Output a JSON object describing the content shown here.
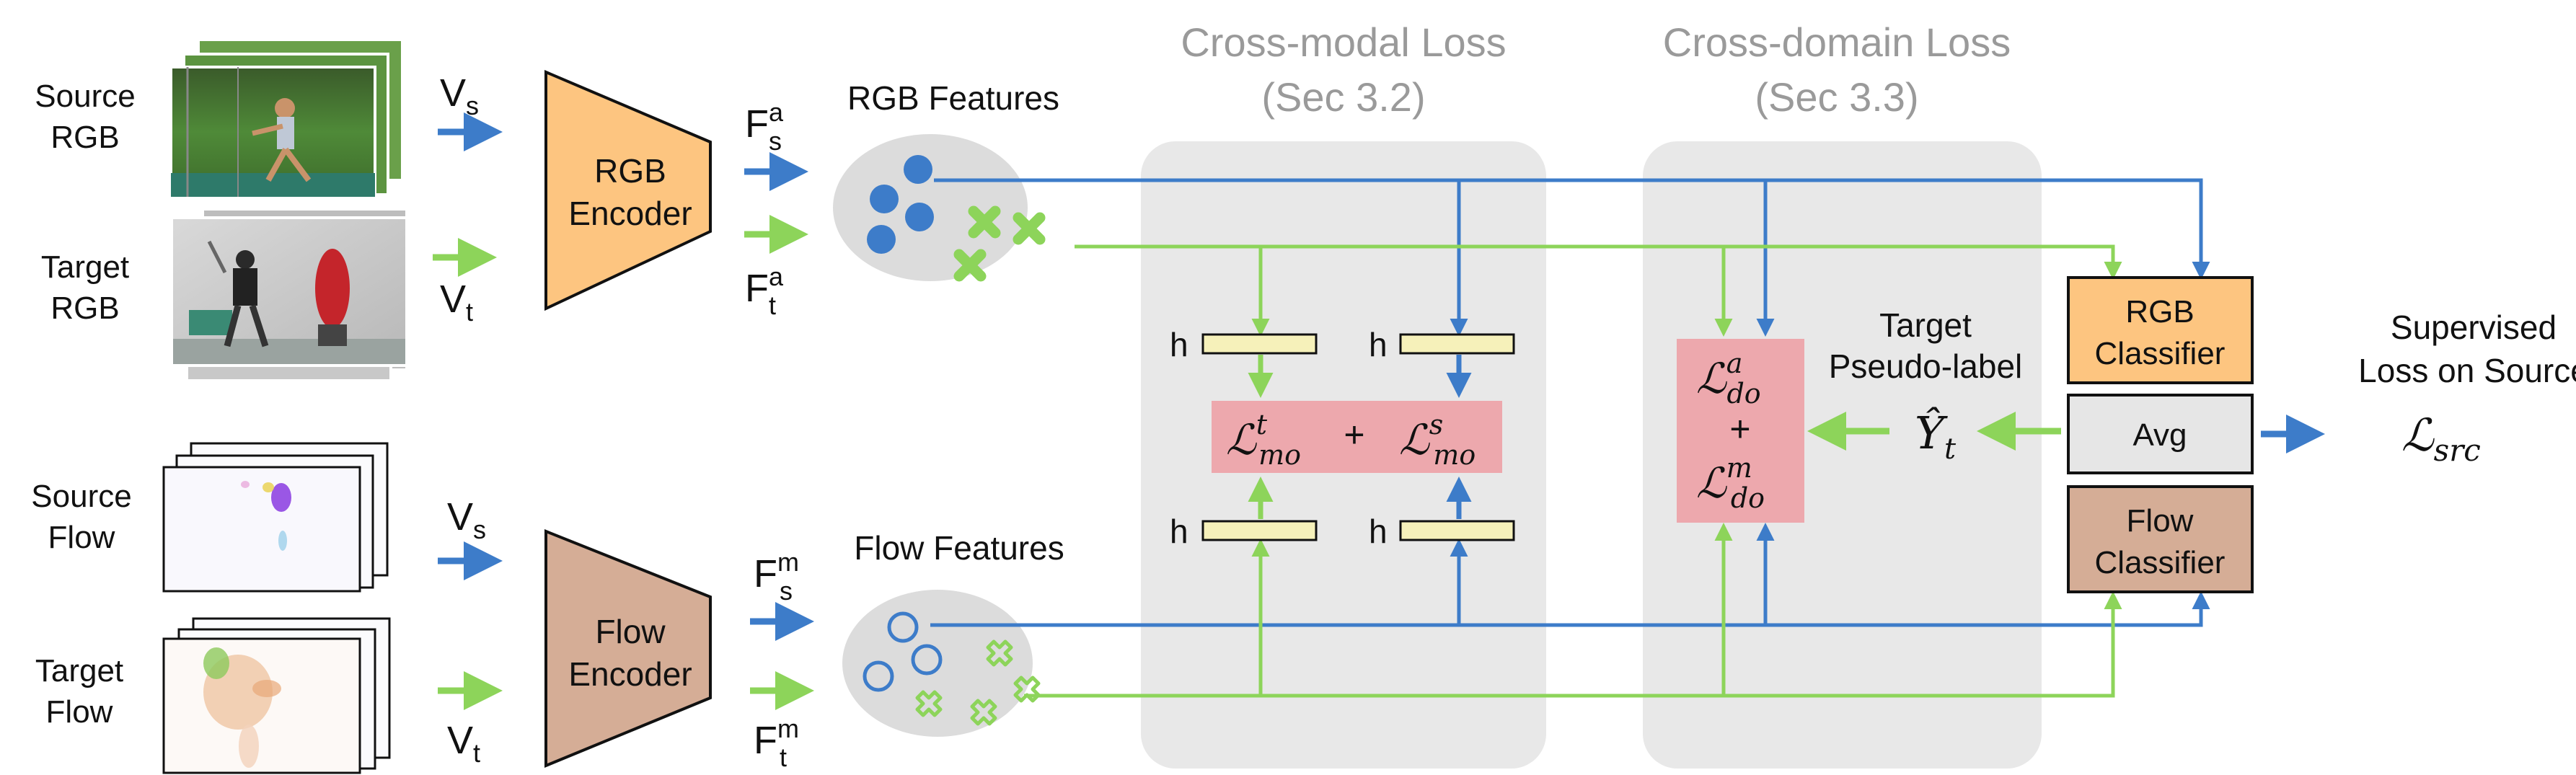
{
  "inputs": {
    "source_rgb": [
      "Source",
      "RGB"
    ],
    "target_rgb": [
      "Target",
      "RGB"
    ],
    "source_flow": [
      "Source",
      "Flow"
    ],
    "target_flow": [
      "Target",
      "Flow"
    ]
  },
  "variables": {
    "v_base": "V",
    "v_s": "s",
    "v_t": "t",
    "f_base": "F",
    "f_sa": "s",
    "f_sa_sup": "a",
    "f_ta": "t",
    "f_ta_sup": "a",
    "f_sm": "s",
    "f_sm_sup": "m",
    "f_tm": "t",
    "f_tm_sup": "m"
  },
  "encoders": {
    "rgb": [
      "RGB",
      "Encoder"
    ],
    "flow": [
      "Flow",
      "Encoder"
    ]
  },
  "features": {
    "rgb": "RGB Features",
    "flow": "Flow Features"
  },
  "sections": {
    "cross_modal": [
      "Cross-modal Loss",
      "(Sec 3.2)"
    ],
    "cross_domain": [
      "Cross-domain Loss",
      "(Sec 3.3)"
    ]
  },
  "heads": {
    "h": "h"
  },
  "losses": {
    "script_L": "ℒ",
    "mo": "mo",
    "sup_t": "t",
    "sup_s": "s",
    "plus": "+",
    "do": "do",
    "sup_a": "a",
    "sup_m": "m",
    "src": "src"
  },
  "pseudo": {
    "label": [
      "Target",
      "Pseudo-label"
    ],
    "y_hat": "Ŷ",
    "y_sub": "t"
  },
  "classifiers": {
    "rgb": [
      "RGB",
      "Classifier"
    ],
    "avg": "Avg",
    "flow": [
      "Flow",
      "Classifier"
    ]
  },
  "supervised": [
    "Supervised",
    "Loss on Source"
  ],
  "colors": {
    "blue": "#3d7cc9",
    "green": "#8dd45a",
    "orange_box": "#fdc580",
    "brown_box": "#d5ad96",
    "pink_box": "#eda8ad",
    "yellow_bar": "#f6f1ba",
    "gray_panel": "#e8e8e8",
    "gray_ellipse": "#dcdcdc"
  }
}
